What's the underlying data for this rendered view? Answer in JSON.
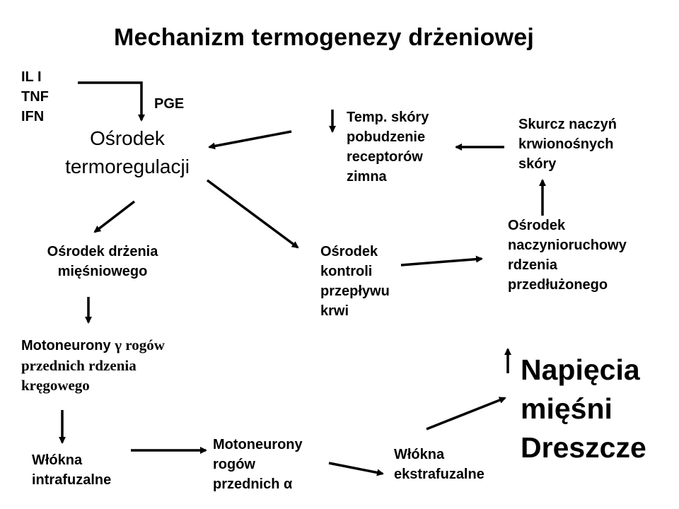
{
  "title": "Mechanizm termogenezy drżeniowej",
  "nodes": {
    "cytokines": [
      "IL I",
      "TNF",
      "IFN"
    ],
    "pge": "PGE",
    "thermoregulation_center": [
      "Ośrodek",
      "termoregulacji"
    ],
    "skin_temp": [
      "Temp. skóry",
      "pobudzenie",
      "receptorów",
      "zimna"
    ],
    "vasoconstriction": [
      "Skurcz naczyń",
      "krwionośnych",
      "skóry"
    ],
    "shivering_center": [
      "Ośrodek drżenia",
      "mięśniowego"
    ],
    "blood_flow_center": [
      "Ośrodek",
      "kontroli",
      "przepływu",
      "krwi"
    ],
    "vasomotor_center": [
      "Ośrodek",
      "naczynioruchowy",
      "rdzenia",
      "przedłużonego"
    ],
    "gamma_motoneurons": {
      "line1_a": "Motoneurony",
      "line1_b": "γ rogów",
      "line2": "przednich rdzenia",
      "line3": "kręgowego"
    },
    "intrafusal": [
      "Włókna",
      "intrafuzalne"
    ],
    "alpha_motoneurons": [
      "Motoneurony",
      "rogów",
      "przednich α"
    ],
    "extrafusal": [
      "Włókna",
      "ekstrafuzalne"
    ],
    "result": [
      "Napięcia",
      "mięśni",
      "Dreszcze"
    ]
  }
}
